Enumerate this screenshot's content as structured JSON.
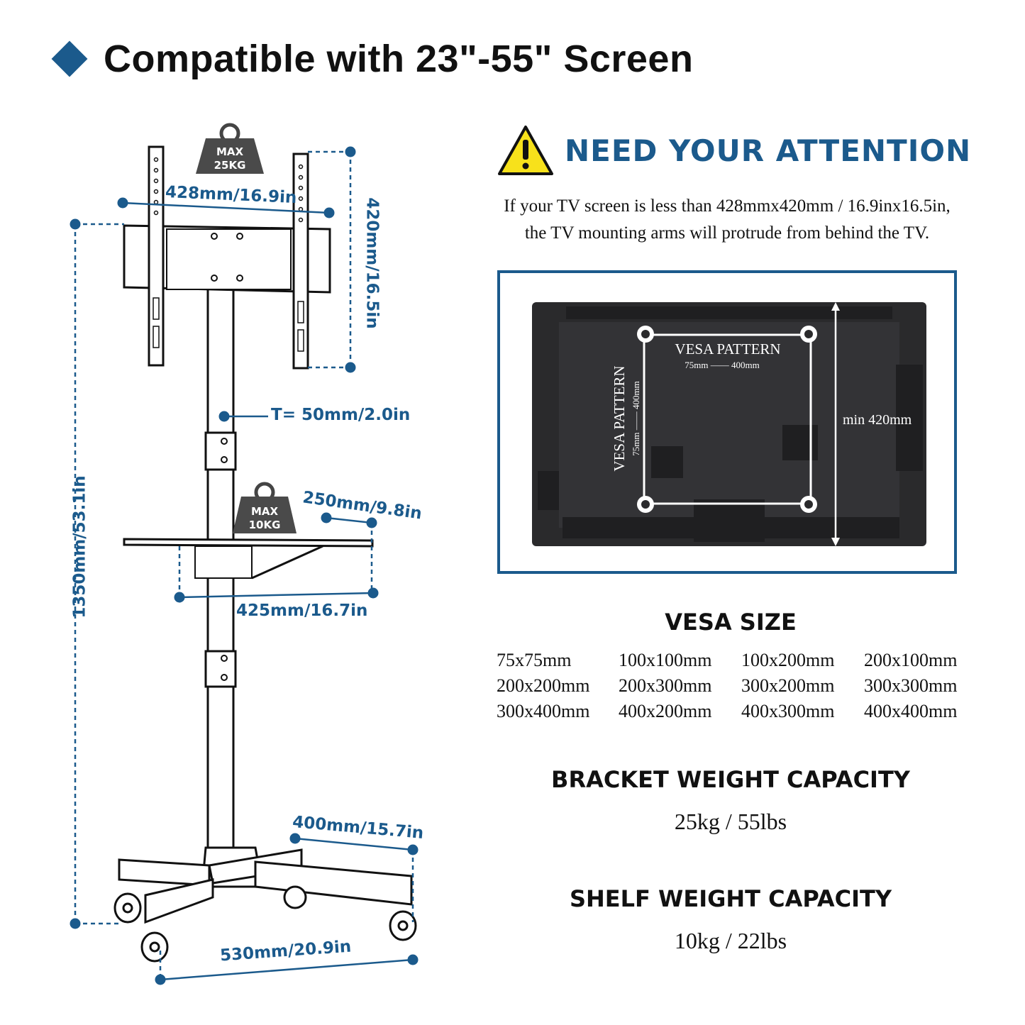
{
  "page": {
    "title": "Compatible with 23\"-55\" Screen",
    "accent_color": "#1b5a8c"
  },
  "stand": {
    "bracket_load_badge": {
      "line1": "MAX",
      "line2": "25KG"
    },
    "shelf_load_badge": {
      "line1": "MAX",
      "line2": "10KG"
    },
    "dimensions": {
      "bracket_width": "428mm/16.9in",
      "bracket_height": "420mm/16.5in",
      "pole_thickness": "T= 50mm/2.0in",
      "total_height": "1350mm/53.1in",
      "shelf_depth": "250mm/9.8in",
      "shelf_width": "425mm/16.7in",
      "base_depth": "400mm/15.7in",
      "base_width": "530mm/20.9in"
    }
  },
  "attention": {
    "icon": "warning-triangle-icon",
    "title": "NEED YOUR ATTENTION",
    "lines": [
      "If your TV screen is less than 428mmx420mm / 16.9inx16.5in,",
      "the TV mounting arms will protrude from behind the TV."
    ]
  },
  "tv_diagram": {
    "vesa_label_h": "VESA PATTERN",
    "vesa_range_h": "75mm —— 400mm",
    "vesa_label_v": "VESA PATTERN",
    "vesa_range_v": "75mm —— 400mm",
    "min_height": "min 420mm"
  },
  "vesa": {
    "title": "VESA SIZE",
    "sizes": [
      "75x75mm",
      "100x100mm",
      "100x200mm",
      "200x100mm",
      "200x200mm",
      "200x300mm",
      "300x200mm",
      "300x300mm",
      "300x400mm",
      "400x200mm",
      "400x300mm",
      "400x400mm"
    ]
  },
  "capacity": {
    "bracket_title": "BRACKET WEIGHT CAPACITY",
    "bracket_value": "25kg / 55lbs",
    "shelf_title": "SHELF WEIGHT CAPACITY",
    "shelf_value": "10kg / 22lbs"
  }
}
